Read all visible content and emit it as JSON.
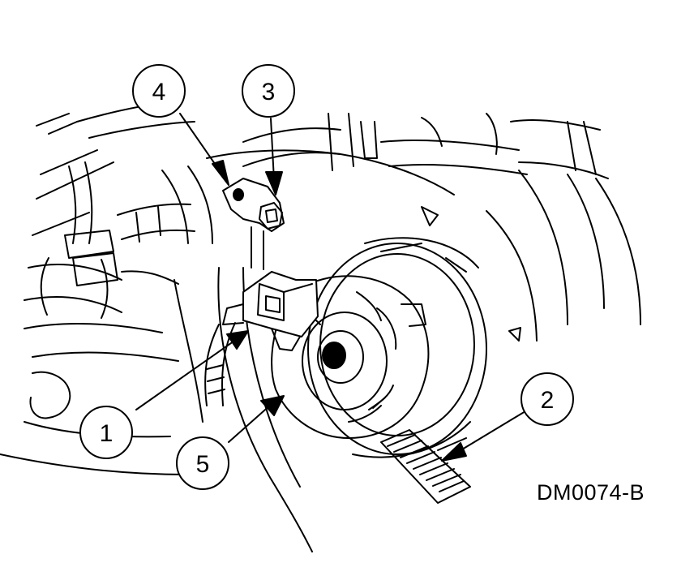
{
  "figure_code": "DM0074-B",
  "callouts": [
    {
      "id": "1",
      "label": "1"
    },
    {
      "id": "2",
      "label": "2"
    },
    {
      "id": "3",
      "label": "3"
    },
    {
      "id": "4",
      "label": "4"
    },
    {
      "id": "5",
      "label": "5"
    }
  ],
  "colors": {
    "line": "#000000",
    "background": "#ffffff"
  }
}
